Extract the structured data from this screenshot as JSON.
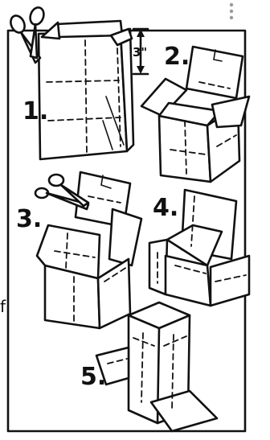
{
  "steps": [
    {
      "label": "1."
    },
    {
      "label": "2."
    },
    {
      "label": "3."
    },
    {
      "label": "4."
    },
    {
      "label": "5."
    }
  ],
  "measurement": {
    "label": "3\""
  },
  "edge_fragment": {
    "label": "f"
  },
  "overlay": {
    "icon": "more-vertical-icon"
  },
  "colors": {
    "ink": "#111111",
    "paper": "#ffffff",
    "overlay_icon": "#9a9a9a"
  }
}
